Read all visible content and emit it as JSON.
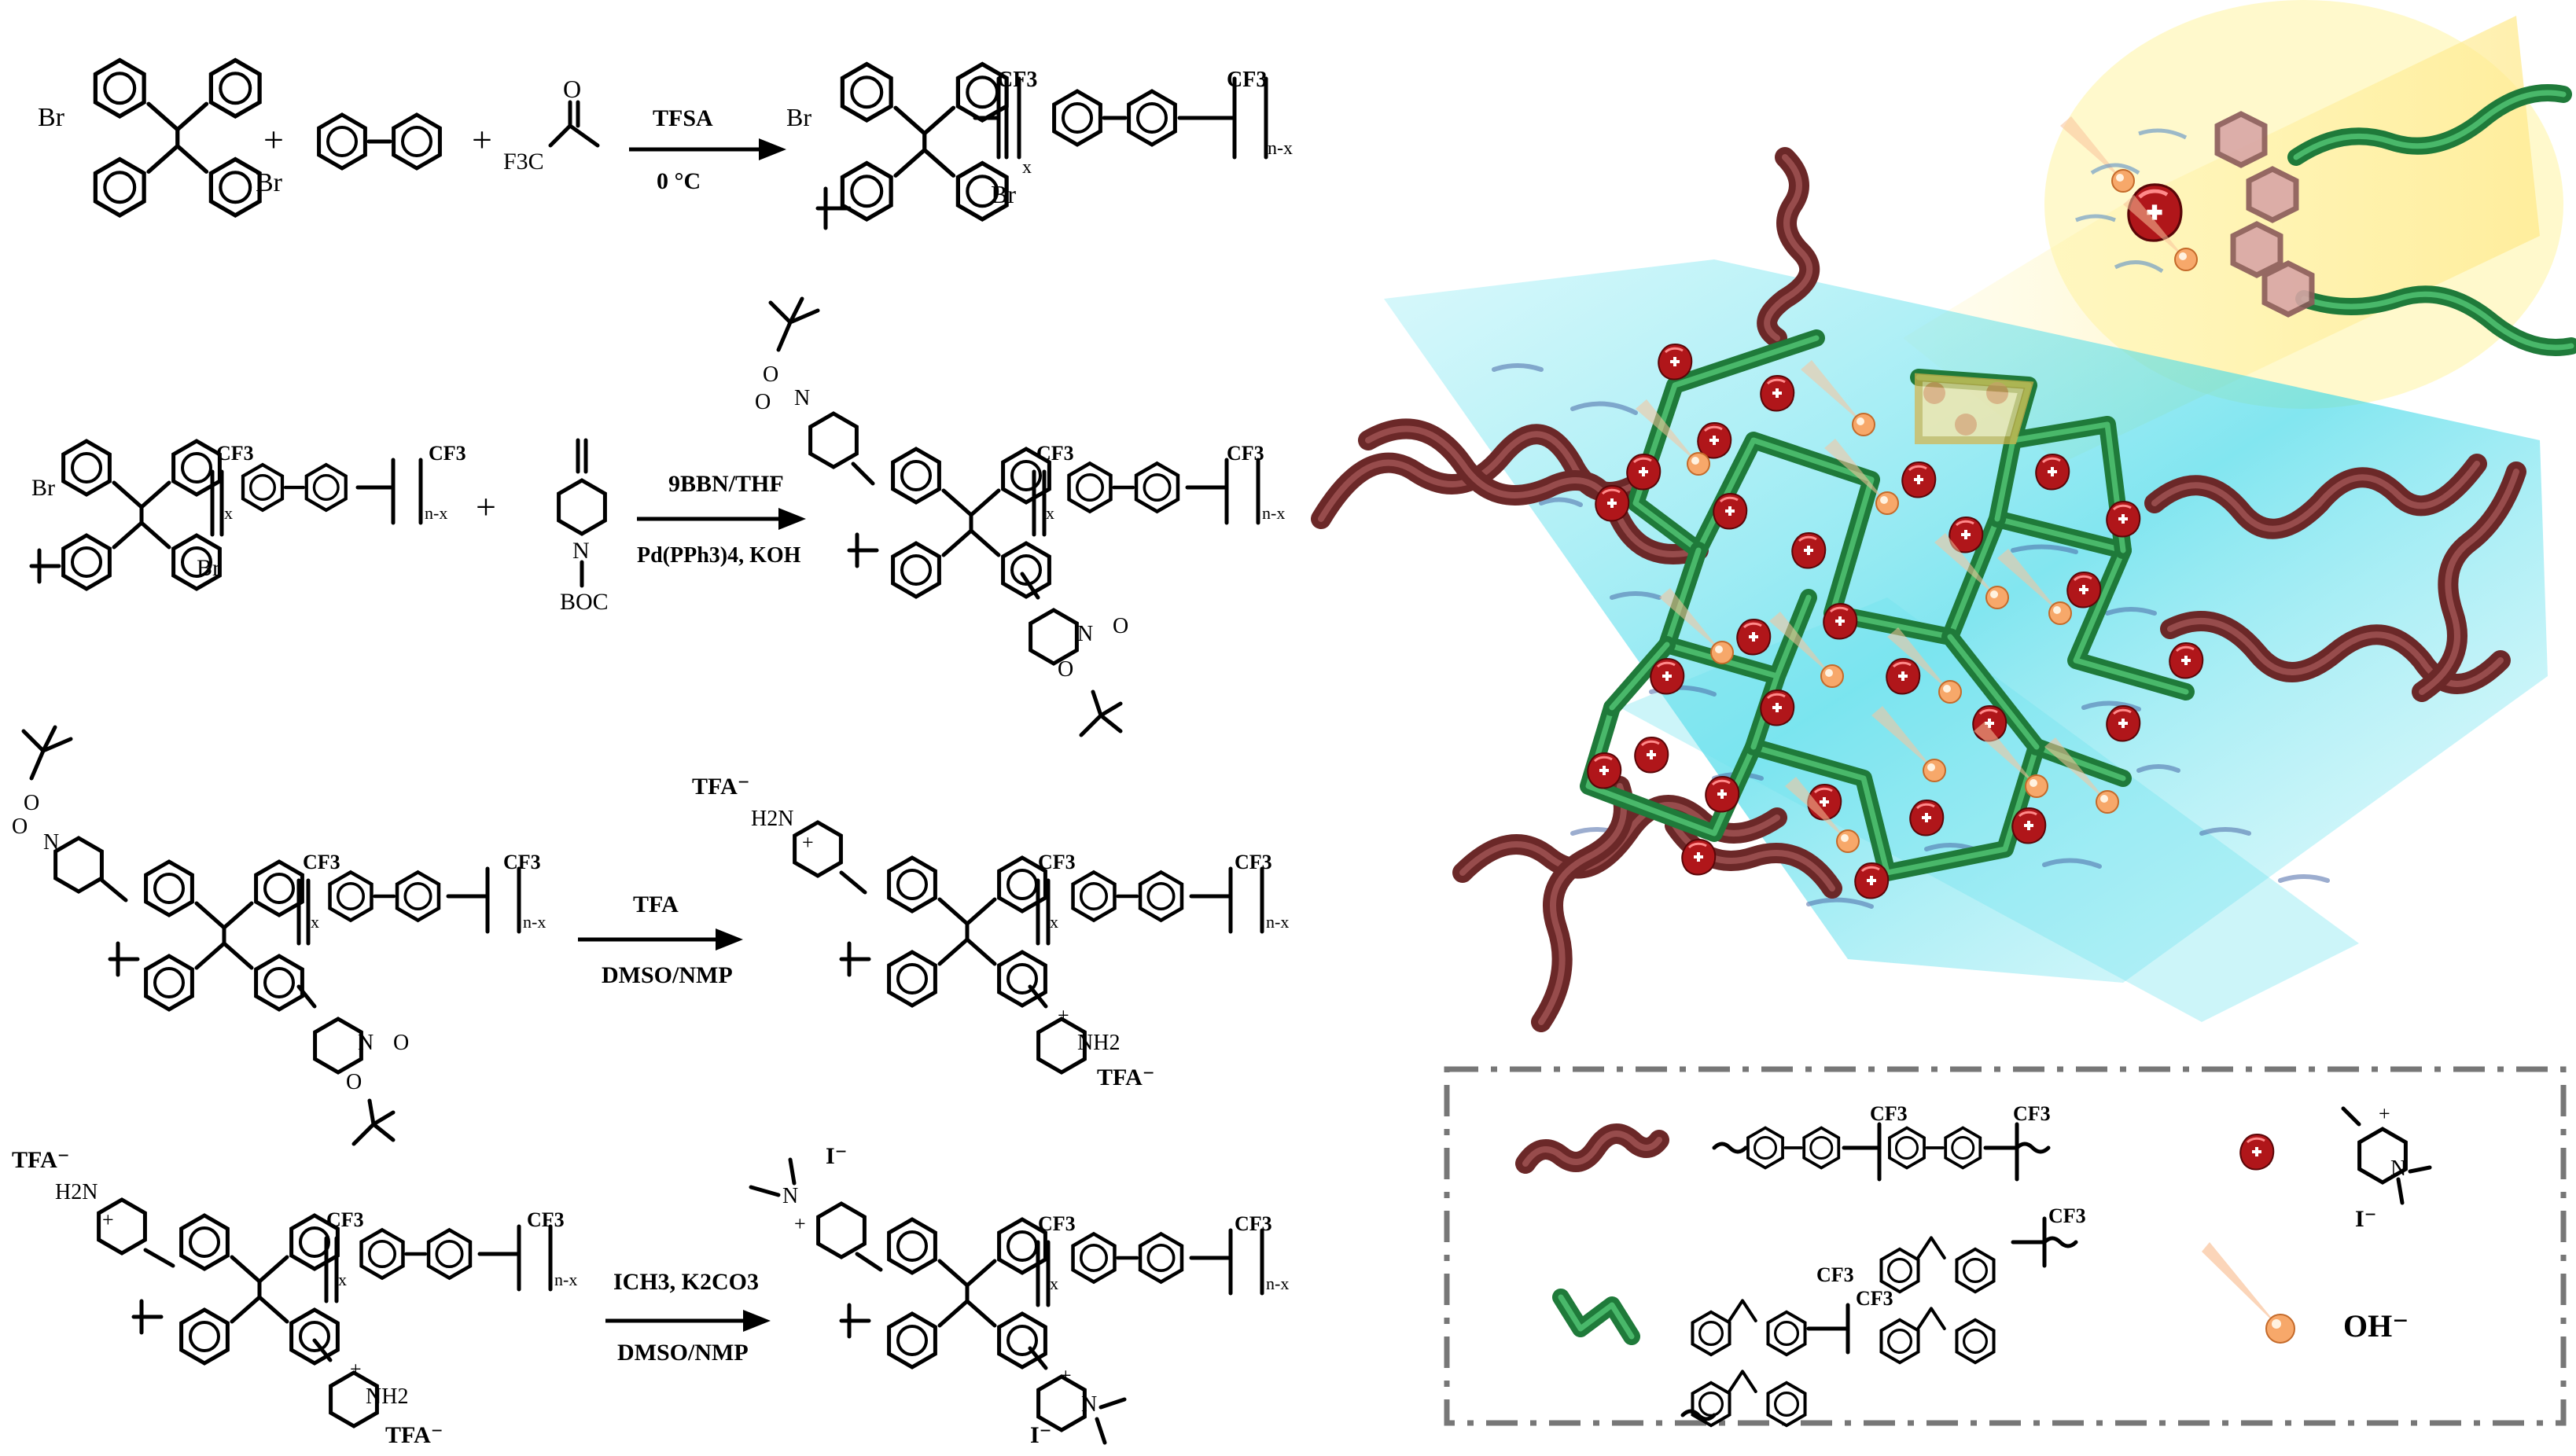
{
  "reactions": [
    {
      "reagent_top": "TFSA",
      "reagent_bottom": "0 °C",
      "plus": "+",
      "reactant1_labels": [
        "Br",
        "Br"
      ],
      "reactant3_labels": [
        "F3C",
        "O"
      ],
      "product_labels": [
        "Br",
        "Br",
        "CF3",
        "CF3",
        "x",
        "n-x"
      ]
    },
    {
      "reagent_top": "9BBN/THF",
      "reagent_bottom": "Pd(PPh3)4, KOH",
      "plus": "+",
      "reactant1_labels": [
        "Br",
        "Br",
        "CF3",
        "CF3",
        "x",
        "n-x"
      ],
      "reactant2_labels": [
        "N",
        "BOC"
      ],
      "product_labels": [
        "N",
        "O",
        "O",
        "N",
        "O",
        "O",
        "CF3",
        "CF3",
        "x",
        "n-x"
      ]
    },
    {
      "reagent_top": "TFA",
      "reagent_bottom": "DMSO/NMP",
      "reactant_labels": [
        "N",
        "O",
        "O",
        "N",
        "O",
        "O",
        "CF3",
        "CF3",
        "x",
        "n-x"
      ],
      "product_labels": [
        "TFA⁻",
        "H2N",
        "+",
        "+",
        "NH2",
        "TFA⁻",
        "CF3",
        "CF3",
        "x",
        "n-x"
      ]
    },
    {
      "reagent_top": "ICH3, K2CO3",
      "reagent_bottom": "DMSO/NMP",
      "reactant_labels": [
        "TFA⁻",
        "H2N",
        "+",
        "+",
        "NH2",
        "TFA⁻",
        "CF3",
        "CF3",
        "x",
        "n-x"
      ],
      "product_labels": [
        "I⁻",
        "N",
        "+",
        "+",
        "N",
        "I⁻",
        "CF3",
        "CF3",
        "x",
        "n-x"
      ]
    }
  ],
  "legend": {
    "row1_struct_labels": [
      "CF3",
      "CF3"
    ],
    "cation_labels": [
      "N",
      "+",
      "I⁻"
    ],
    "row2_struct_labels": [
      "CF3",
      "CF3",
      "CF3"
    ],
    "hydroxide_label": "OH⁻"
  },
  "illustration": {
    "cation_symbol": "+",
    "colors": {
      "backbone_chain": "#6b2828",
      "crosslink_network": "#1f7a3a",
      "cation": "#b0161a",
      "hydroxide": "#f7a86a",
      "water_channel": "#3fd8e8",
      "highlight_beam": "#fff2a0"
    }
  }
}
